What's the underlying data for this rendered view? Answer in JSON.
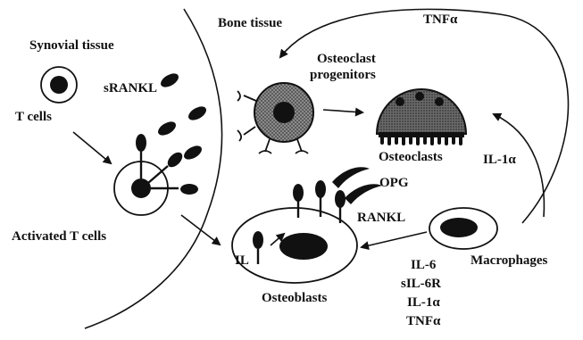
{
  "regions": {
    "synovial": "Synovial tissue",
    "bone": "Bone tissue"
  },
  "cells": {
    "t_cells": "T cells",
    "activated_t_cells": "Activated T cells",
    "osteoclast_progenitors_line1": "Osteoclast",
    "osteoclast_progenitors_line2": "progenitors",
    "osteoclasts": "Osteoclasts",
    "osteoblasts": "Osteoblasts",
    "macrophages": "Macrophages"
  },
  "molecules": {
    "srankl": "sRANKL",
    "tnfa_top": "TNFα",
    "il1a_right": "IL-1α",
    "opg": "OPG",
    "rankl": "RANKL",
    "il_left": "IL",
    "il6": "IL-6",
    "sil6r": "sIL-6R",
    "il1a_bottom": "IL-1α",
    "tnfa_bottom": "TNFα"
  },
  "colors": {
    "ink": "#111111",
    "progenitor_fill": "#6f6f6f",
    "osteoclast_fill": "#555555"
  }
}
